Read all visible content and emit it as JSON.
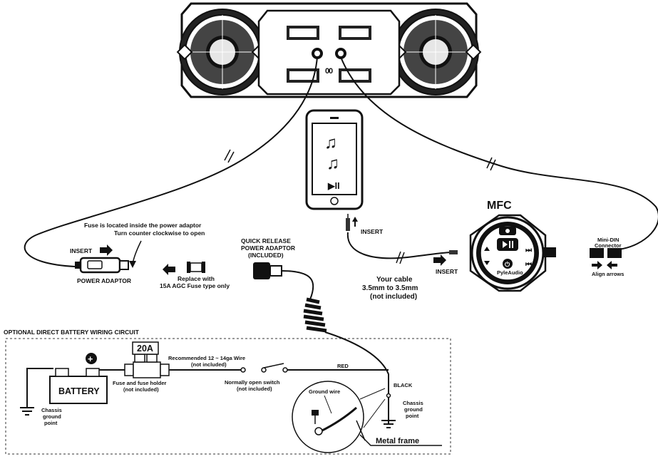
{
  "speaker": {
    "jack_left_mark": "0",
    "jack_right_mark": "0"
  },
  "phone": {
    "play_pause_symbol": "▶II"
  },
  "labels": {
    "fuse_note_1": "Fuse is located inside the power adaptor",
    "fuse_note_2": "Turn counter clockwise to open",
    "insert_power": "INSERT",
    "power_adaptor": "POWER ADAPTOR",
    "replace_fuse_1": "Replace with",
    "replace_fuse_2": "15A AGC Fuse type only",
    "qr_1": "QUICK RELEASE",
    "qr_2": "POWER ADAPTOR",
    "qr_3": "(INCLUDED)",
    "insert_cable": "INSERT",
    "your_cable_1": "Your cable",
    "your_cable_2": "3.5mm to 3.5mm",
    "your_cable_3": "(not included)",
    "mfc": "MFC",
    "insert_mfc": "INSERT",
    "mini_din_1": "Mini-DIN",
    "mini_din_2": "Connector",
    "align_arrows": "Align arrows",
    "mfc_brand": "PyleAudio"
  },
  "circuit": {
    "title": "OPTIONAL DIRECT BATTERY WIRING CIRCUIT",
    "fuse_rating": "20A",
    "battery": "BATTERY",
    "battery_terminal": "+",
    "wire_1": "Recommended 12 ~ 14ga Wire",
    "wire_2": "(not included)",
    "fuse_holder_1": "Fuse and fuse holder",
    "fuse_holder_2": "(not included)",
    "switch_1": "Normally open switch",
    "switch_2": "(not included)",
    "red": "RED",
    "black": "BLACK",
    "chassis_left_1": "Chassis",
    "chassis_left_2": "ground",
    "chassis_left_3": "point",
    "chassis_right_1": "Chassis",
    "chassis_right_2": "ground",
    "chassis_right_3": "point",
    "ground_wire": "Ground wire",
    "metal_frame": "Metal frame"
  }
}
